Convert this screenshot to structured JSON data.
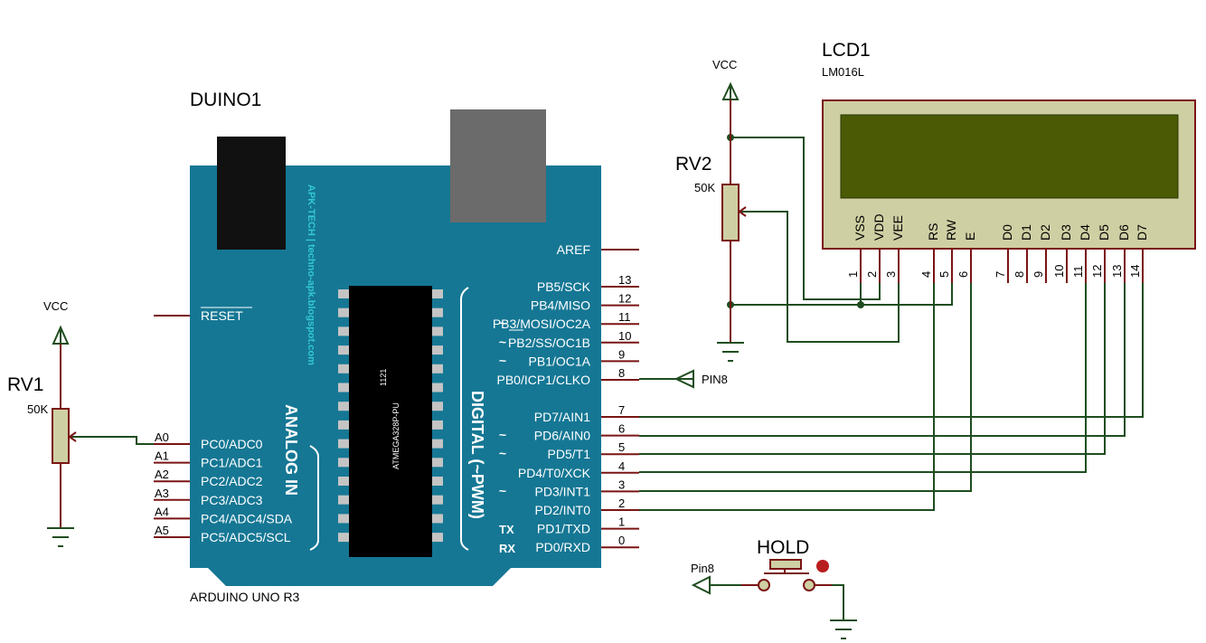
{
  "colors": {
    "wire": "#1f4d1f",
    "pin": "#7a1414",
    "board": "#157794",
    "lcd_body": "#cfcfa4",
    "lcd_screen": "#4b5a05",
    "usb": "#6b6b6b",
    "jack": "#111111",
    "chip": "#000000",
    "brand_text": "#33c8d2",
    "junction": "#1f4d1f",
    "button_mark": "#b81e1e"
  },
  "board": {
    "ref": "DUINO1",
    "name": "ARDUINO UNO R3",
    "brand": "APK-TECH | techno-apk.blogspot.com",
    "chip_code": "1121",
    "chip_name": "ATMEGA328P-PU",
    "analog_label": "ANALOG IN",
    "digital_label": "DIGITAL (~PWM)",
    "aref": "AREF",
    "reset": "RESET",
    "tx": "TX",
    "rx": "RX",
    "analog_pins": [
      {
        "num": "A0",
        "name": "PC0/ADC0"
      },
      {
        "num": "A1",
        "name": "PC1/ADC1"
      },
      {
        "num": "A2",
        "name": "PC2/ADC2"
      },
      {
        "num": "A3",
        "name": "PC3/ADC3"
      },
      {
        "num": "A4",
        "name": "PC4/ADC4/SDA"
      },
      {
        "num": "A5",
        "name": "PC5/ADC5/SCL"
      }
    ],
    "portb_pins": [
      {
        "num": "13",
        "name": "PB5/SCK",
        "pwm": false
      },
      {
        "num": "12",
        "name": "PB4/MISO",
        "pwm": false
      },
      {
        "num": "11",
        "name": "PB3/MOSI/OC2A",
        "pwm": true
      },
      {
        "num": "10",
        "name": "PB2/SS/OC1B",
        "pwm": true
      },
      {
        "num": "9",
        "name": "PB1/OC1A",
        "pwm": true
      },
      {
        "num": "8",
        "name": "PB0/ICP1/CLKO",
        "pwm": false
      }
    ],
    "portd_pins": [
      {
        "num": "7",
        "name": "PD7/AIN1",
        "pwm": false
      },
      {
        "num": "6",
        "name": "PD6/AIN0",
        "pwm": true
      },
      {
        "num": "5",
        "name": "PD5/T1",
        "pwm": true
      },
      {
        "num": "4",
        "name": "PD4/T0/XCK",
        "pwm": false
      },
      {
        "num": "3",
        "name": "PD3/INT1",
        "pwm": true
      },
      {
        "num": "2",
        "name": "PD2/INT0",
        "pwm": false
      },
      {
        "num": "1",
        "name": "PD1/TXD",
        "pwm": false
      },
      {
        "num": "0",
        "name": "PD0/RXD",
        "pwm": false
      }
    ],
    "pwm_mark": "~"
  },
  "lcd": {
    "ref": "LCD1",
    "model": "LM016L",
    "pins": [
      {
        "name": "VSS",
        "num": "1"
      },
      {
        "name": "VDD",
        "num": "2"
      },
      {
        "name": "VEE",
        "num": "3"
      },
      {
        "name": "RS",
        "num": "4"
      },
      {
        "name": "RW",
        "num": "5"
      },
      {
        "name": "E",
        "num": "6"
      },
      {
        "name": "D0",
        "num": "7"
      },
      {
        "name": "D1",
        "num": "8"
      },
      {
        "name": "D2",
        "num": "9"
      },
      {
        "name": "D3",
        "num": "10"
      },
      {
        "name": "D4",
        "num": "11"
      },
      {
        "name": "D5",
        "num": "12"
      },
      {
        "name": "D6",
        "num": "13"
      },
      {
        "name": "D7",
        "num": "14"
      }
    ]
  },
  "rv1": {
    "ref": "RV1",
    "value": "50K",
    "supply": "VCC"
  },
  "rv2": {
    "ref": "RV2",
    "value": "50K",
    "supply": "VCC"
  },
  "terminals": {
    "pin8_in": "PIN8",
    "pin8_out": "Pin8"
  },
  "button": {
    "ref": "HOLD"
  }
}
